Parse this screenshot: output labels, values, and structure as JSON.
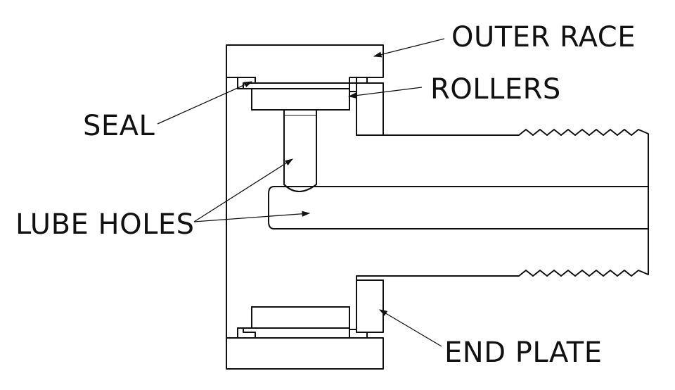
{
  "labels": {
    "outer_race": "OUTER RACE",
    "rollers": "ROLLERS",
    "seal": "SEAL",
    "lube_holes": "LUBE HOLES",
    "end_plate": "END PLATE"
  },
  "colors": {
    "line": "#111111",
    "background": "#ffffff"
  }
}
